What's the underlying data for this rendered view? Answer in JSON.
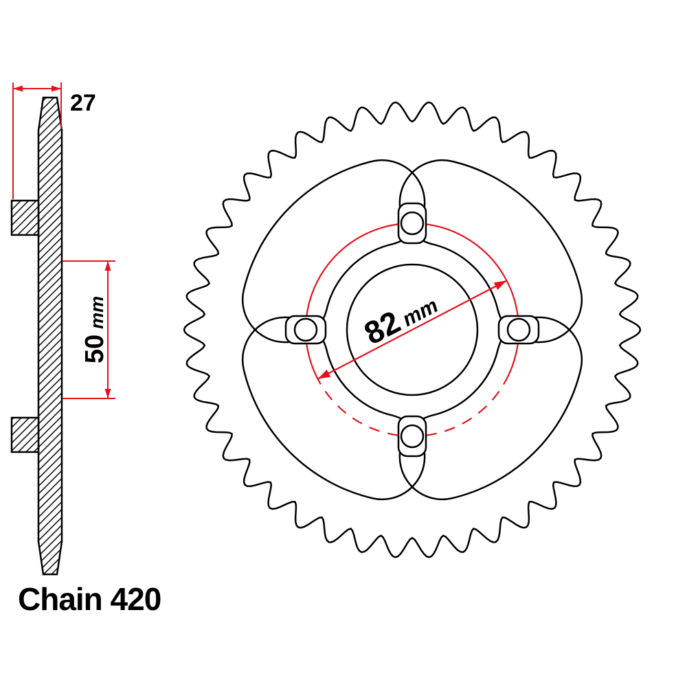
{
  "title": "Chain 420",
  "sprocket": {
    "teeth_count": 42,
    "cutout_count": 4,
    "bolt_hole_count": 4
  },
  "dimensions": {
    "hub_width": {
      "value": "27",
      "unit": ""
    },
    "hub_span": {
      "value": "50",
      "unit": "mm"
    },
    "bolt_circle": {
      "value": "82",
      "unit": "mm"
    }
  },
  "colors": {
    "dimension": "#e8101c",
    "line": "#000000",
    "background": "#ffffff"
  }
}
